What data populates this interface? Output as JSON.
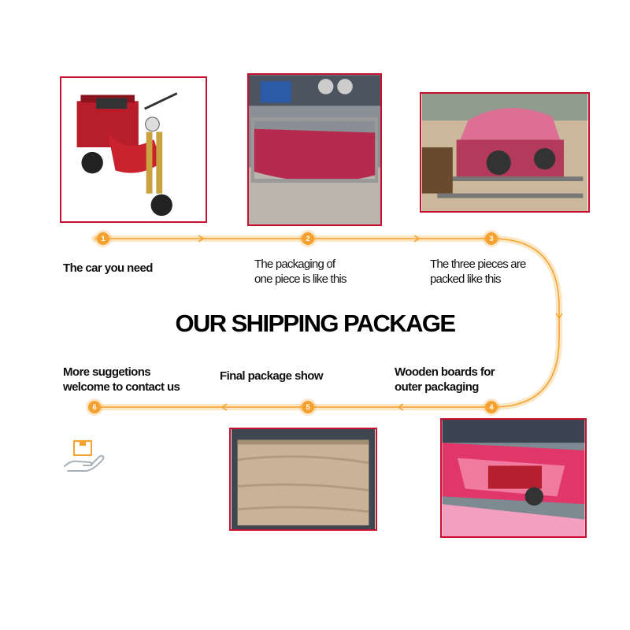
{
  "title": "OUR SHIPPING PACKAGE",
  "colors": {
    "accent": "#f4a12f",
    "track": "#fbe7c4",
    "frame": "#c8102e"
  },
  "steps": [
    {
      "number": "1",
      "caption": "The car you need"
    },
    {
      "number": "2",
      "caption": "The packaging of\none piece is like this"
    },
    {
      "number": "3",
      "caption": "The three pieces are\npacked like this"
    },
    {
      "number": "4",
      "caption": "Wooden boards for\nouter packaging"
    },
    {
      "number": "5",
      "caption": "Final package show"
    },
    {
      "number": "6",
      "caption": "More suggetions\nwelcome to contact us"
    }
  ],
  "icons": {
    "contact": "package-hand-icon"
  }
}
